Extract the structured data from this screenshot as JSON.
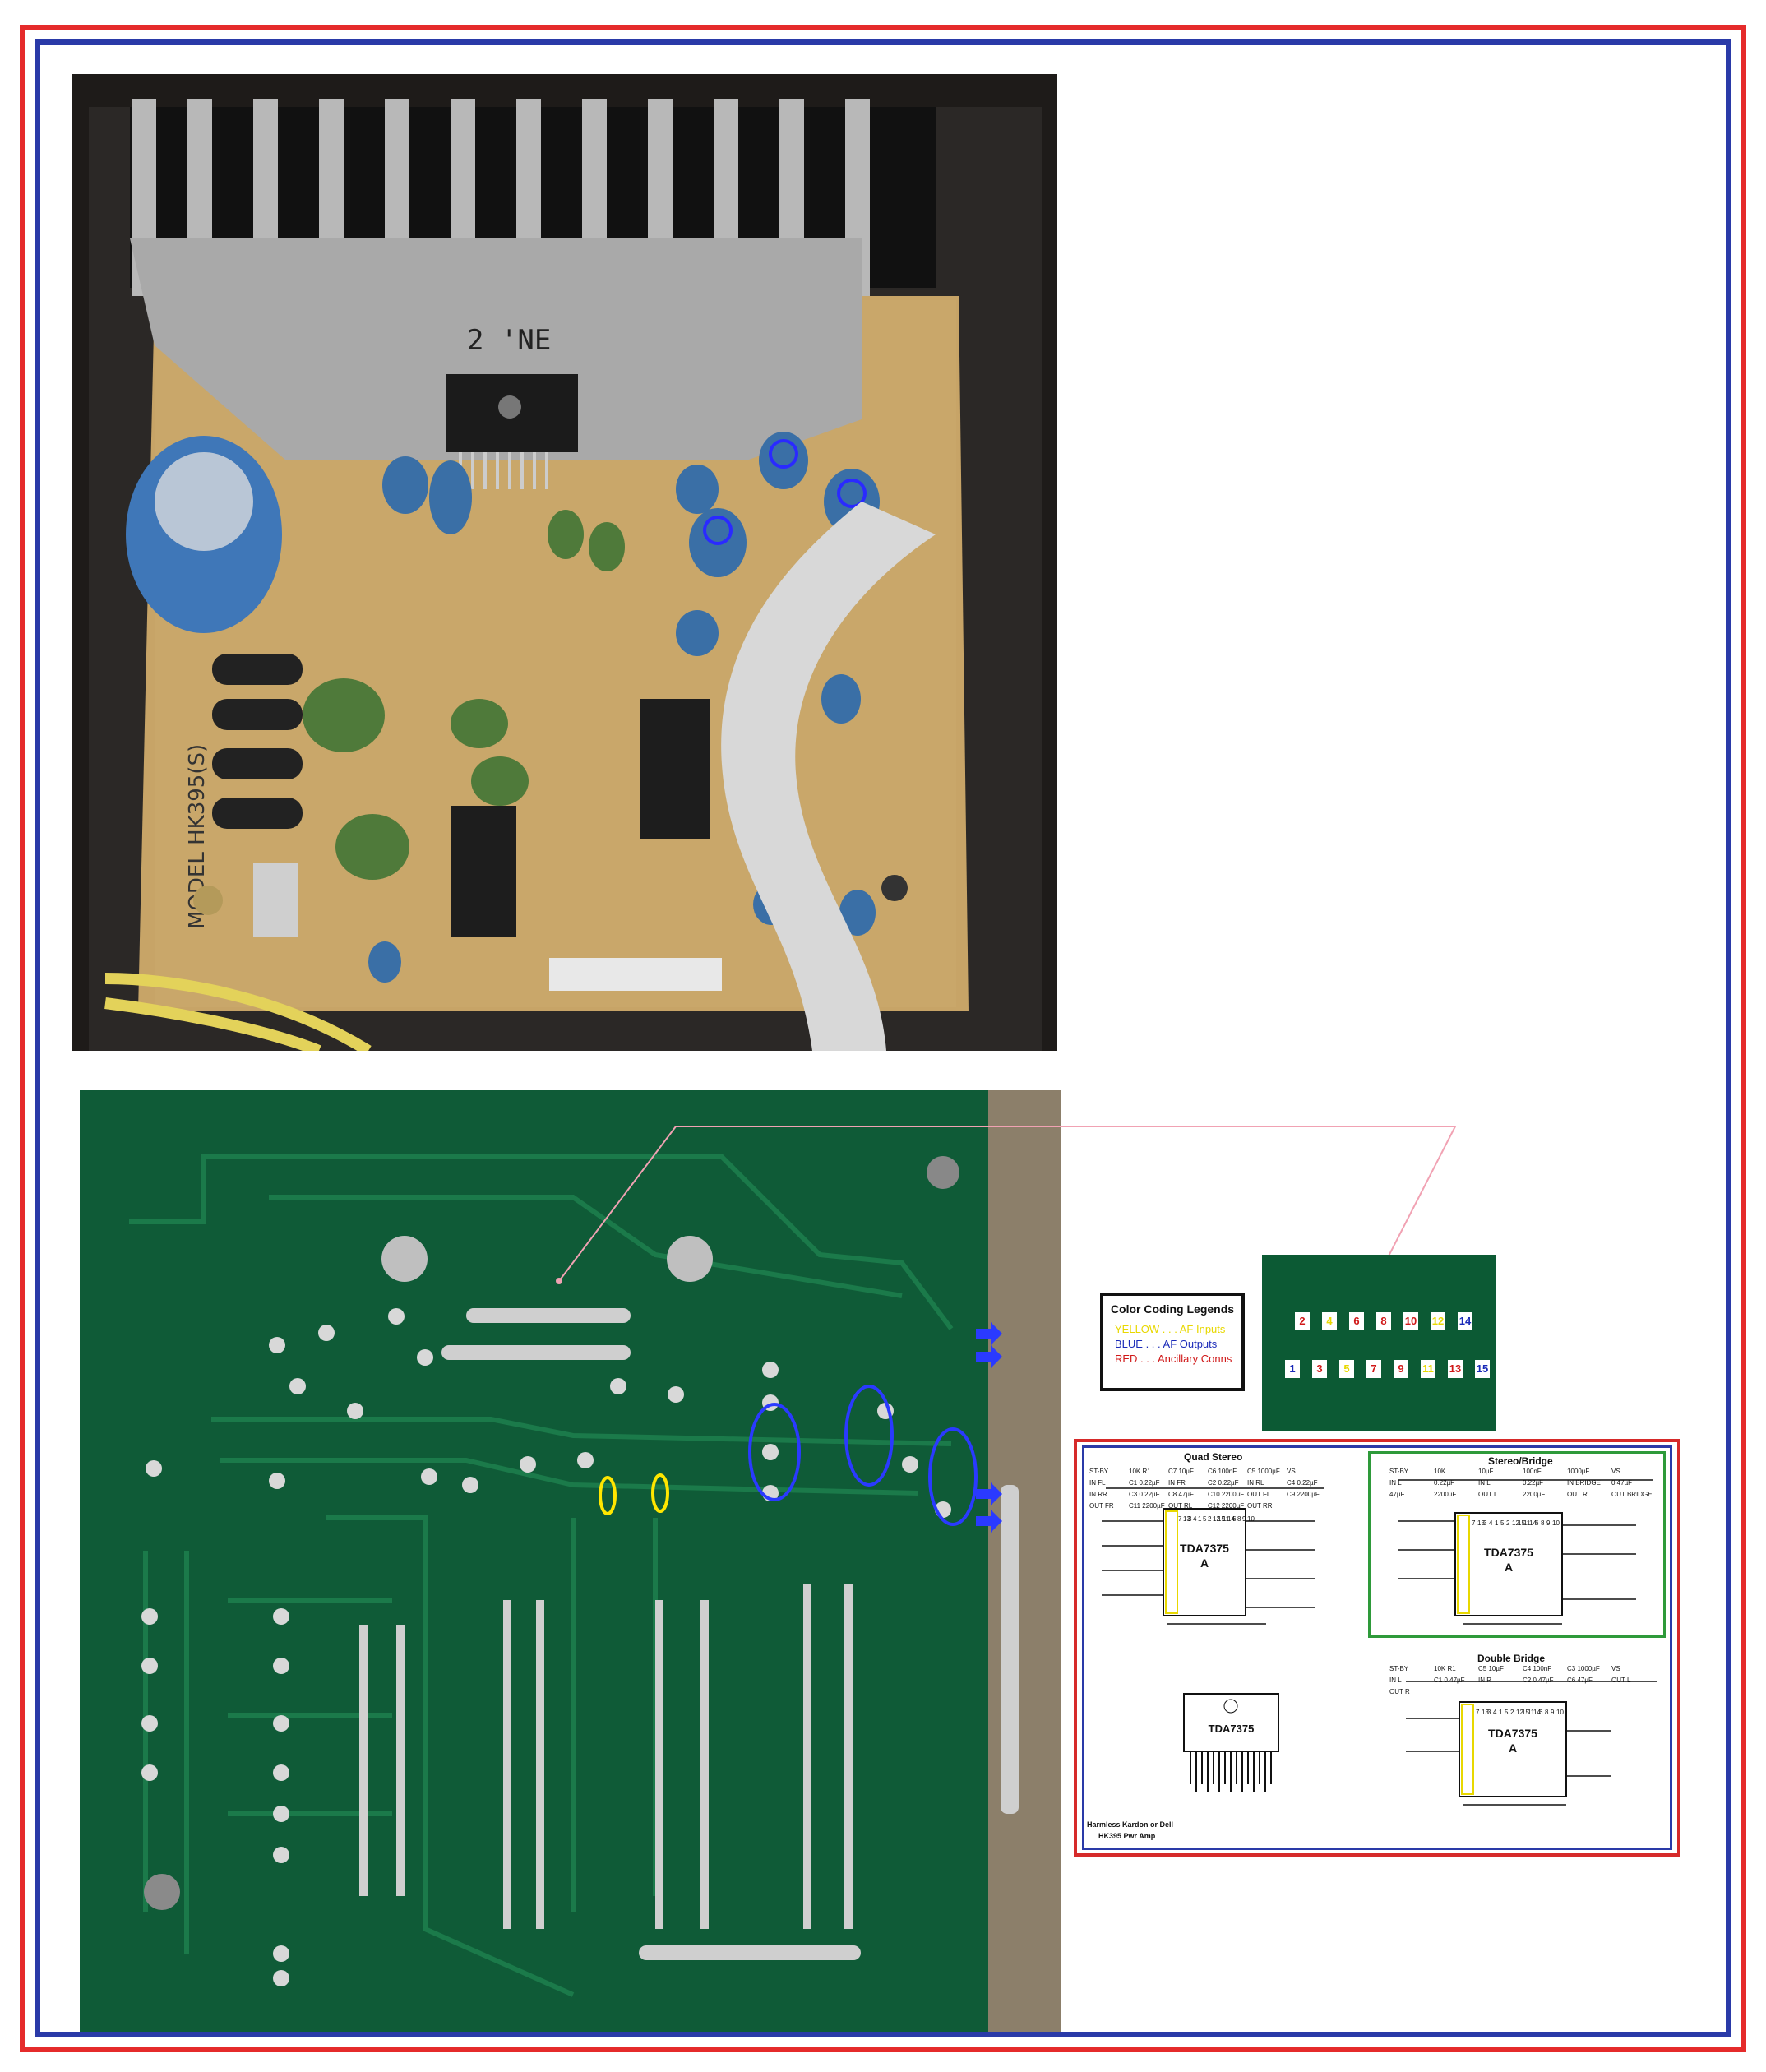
{
  "legend": {
    "title": "Color Coding Legends",
    "items": [
      {
        "text": "YELLOW . . . AF Inputs",
        "color": "#e8d800"
      },
      {
        "text": "BLUE . . . AF Outputs",
        "color": "#1a2ab8"
      },
      {
        "text": "RED . . . Ancillary Conns",
        "color": "#d01818"
      }
    ]
  },
  "photos": {
    "heatsink_marking": "2 'NE",
    "board_model": "MODEL HK395(S)"
  },
  "pin_inset": {
    "top_row": [
      {
        "n": "2",
        "c": "#d01818"
      },
      {
        "n": "4",
        "c": "#e8d800"
      },
      {
        "n": "6",
        "c": "#d01818"
      },
      {
        "n": "8",
        "c": "#d01818"
      },
      {
        "n": "10",
        "c": "#d01818"
      },
      {
        "n": "12",
        "c": "#e8d800"
      },
      {
        "n": "14",
        "c": "#1a2ab8"
      }
    ],
    "bottom_row": [
      {
        "n": "1",
        "c": "#1a2ab8"
      },
      {
        "n": "3",
        "c": "#d01818"
      },
      {
        "n": "5",
        "c": "#e8d800"
      },
      {
        "n": "7",
        "c": "#d01818"
      },
      {
        "n": "9",
        "c": "#d01818"
      },
      {
        "n": "11",
        "c": "#e8d800"
      },
      {
        "n": "13",
        "c": "#d01818"
      },
      {
        "n": "15",
        "c": "#1a2ab8"
      }
    ]
  },
  "schematics": {
    "quad": {
      "title": "Quad Stereo",
      "chip": "TDA7375",
      "chip_sub": "A",
      "labels": [
        "ST-BY",
        "10K R1",
        "C7 10µF",
        "C6 100nF",
        "C5 1000µF",
        "VS",
        "IN FL",
        "C1 0.22µF",
        "IN FR",
        "C2 0.22µF",
        "IN RL",
        "C4 0.22µF",
        "IN RR",
        "C3 0.22µF",
        "C8 47µF",
        "C10 2200µF",
        "OUT FL",
        "C9 2200µF",
        "OUT FR",
        "C11 2200µF",
        "OUT RL",
        "C12 2200µF",
        "OUT RR"
      ],
      "pins": [
        "7",
        "13",
        "3",
        "4",
        "1",
        "5",
        "2",
        "12",
        "15",
        "11",
        "14",
        "6",
        "8",
        "9",
        "10"
      ]
    },
    "stereo": {
      "title": "Stereo/Bridge",
      "chip": "TDA7375",
      "chip_sub": "A",
      "labels": [
        "ST-BY",
        "10K",
        "10µF",
        "100nF",
        "1000µF",
        "VS",
        "IN L",
        "0.22µF",
        "IN L",
        "0.22µF",
        "IN BRIDGE",
        "0.47µF",
        "47µF",
        "2200µF",
        "OUT L",
        "2200µF",
        "OUT R",
        "OUT BRIDGE"
      ],
      "pins": [
        "7",
        "13",
        "3",
        "4",
        "1",
        "5",
        "2",
        "12",
        "15",
        "11",
        "14",
        "6",
        "8",
        "9",
        "10"
      ]
    },
    "double": {
      "title": "Double Bridge",
      "chip": "TDA7375",
      "chip_sub": "A",
      "labels": [
        "ST-BY",
        "10K R1",
        "C5 10µF",
        "C4 100nF",
        "C3 1000µF",
        "VS",
        "IN L",
        "C1 0.47µF",
        "IN R",
        "C2 0.47µF",
        "C6 47µF",
        "OUT L",
        "OUT R"
      ],
      "pins": [
        "7",
        "13",
        "3",
        "4",
        "1",
        "5",
        "2",
        "12",
        "15",
        "11",
        "14",
        "6",
        "8",
        "9",
        "10"
      ]
    },
    "package_label": "TDA7375",
    "credit_line1": "Harmless Kardon or Dell",
    "credit_line2": "HK395 Pwr Amp"
  }
}
